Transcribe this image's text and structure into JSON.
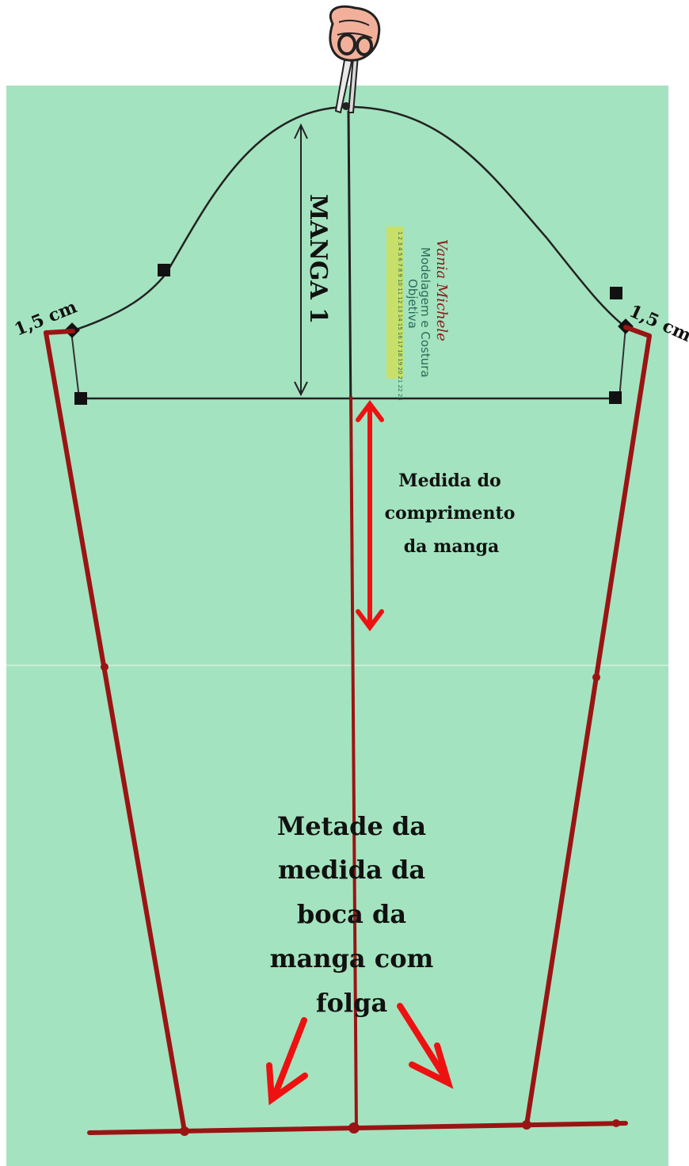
{
  "labels": {
    "left_margin": "1,5 cm",
    "right_margin": "1,5 cm",
    "pattern_title": "MANGA 1",
    "sleeve_length": [
      "Medida do",
      "comprimento",
      "da manga"
    ],
    "cuff_half": [
      "Metade da",
      "medida da",
      "boca da",
      "manga com",
      "folga"
    ]
  },
  "logo": {
    "script": "Vania Michele",
    "line1": "Modelagem e Costura",
    "line2": "Objetiva",
    "ruler_digits": "1 2 3 4 5 6 7 8 9 10 11 12 13 14 15 16 17 18 19 20 21 22 23"
  },
  "colors": {
    "paper": "#a4e3bf",
    "construction_line": "#222222",
    "pattern_line": "#9b1414",
    "arrow": "#ee1111",
    "text": "#111111",
    "ruler": "#c8e06a"
  },
  "icons": [
    "scissors-hand-icon"
  ]
}
